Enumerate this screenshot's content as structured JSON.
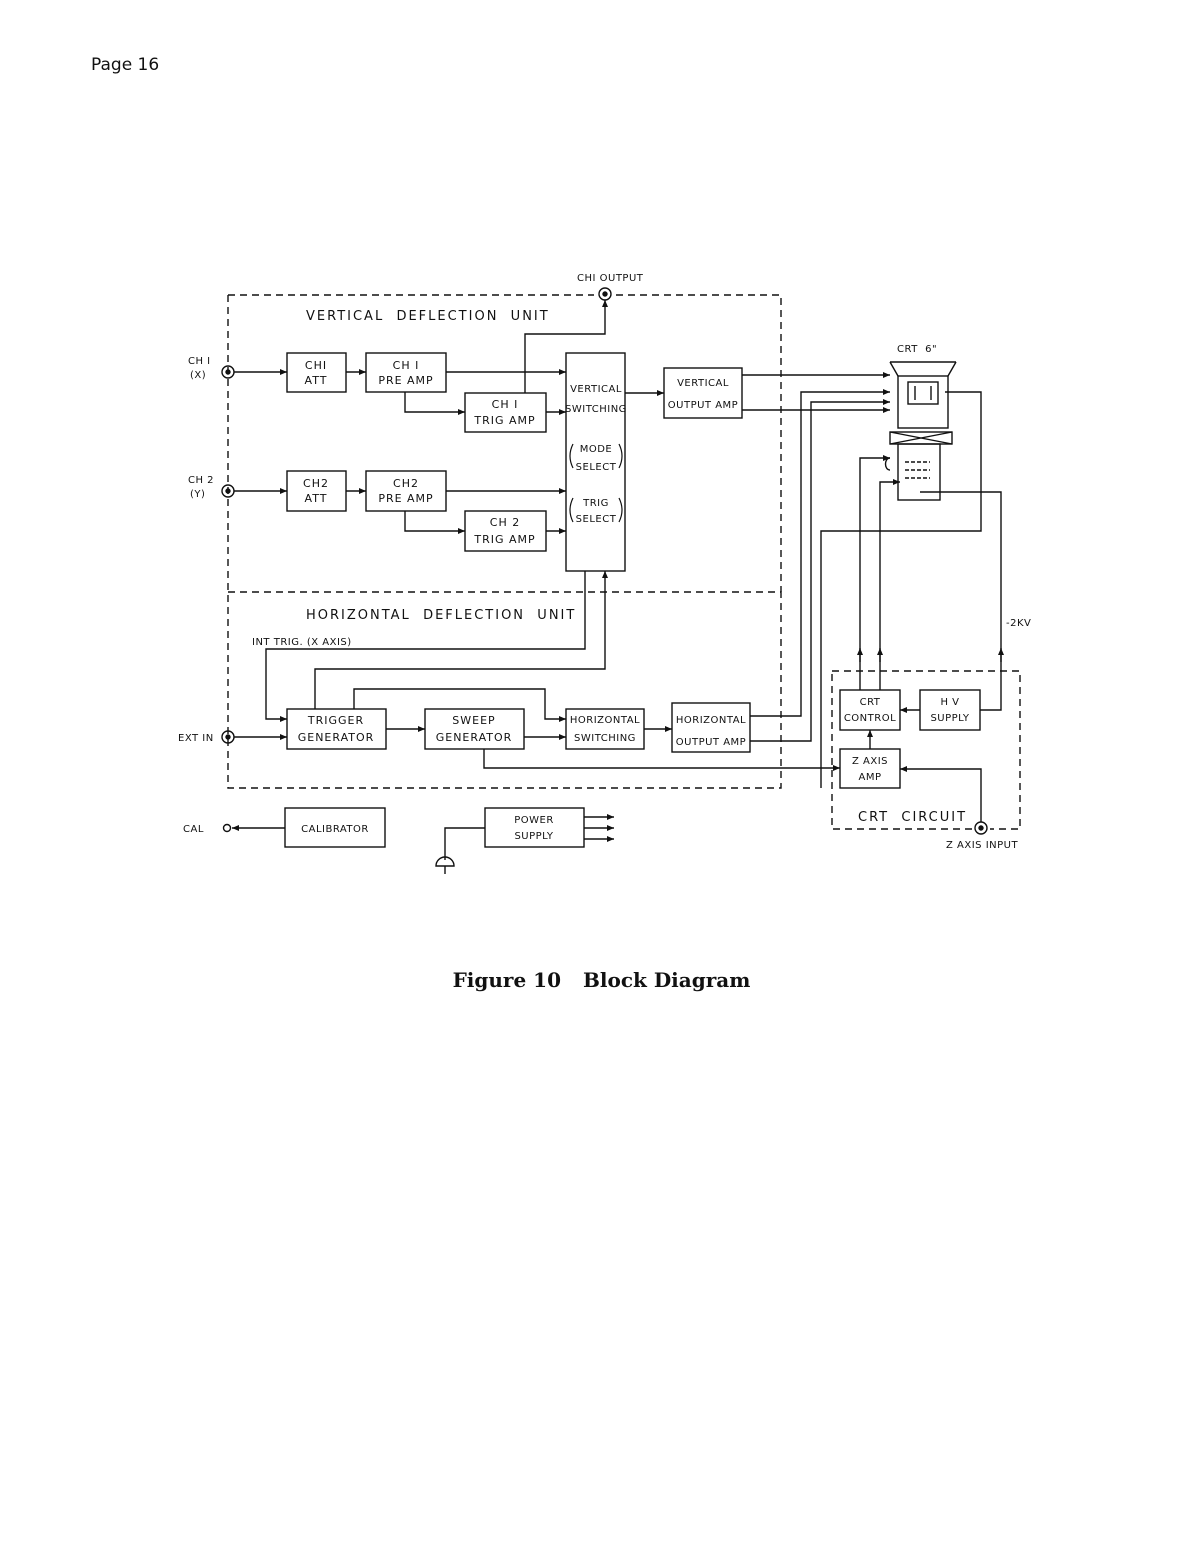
{
  "page": {
    "label": "Page 16"
  },
  "figure": {
    "number": "Figure 10",
    "title": "Block Diagram"
  },
  "units": {
    "vertical": "VERTICAL  DEFLECTION  UNIT",
    "horizontal": "HORIZONTAL  DEFLECTION  UNIT",
    "crt_circuit": "CRT  CIRCUIT"
  },
  "inputs": {
    "ch1": [
      "CH I",
      "(X)"
    ],
    "ch2": [
      "CH 2",
      "(Y)"
    ],
    "ext_in": "EXT IN",
    "cal": "CAL",
    "z_axis_input": "Z AXIS INPUT",
    "ch1_output": "CHI OUTPUT"
  },
  "blocks": {
    "ch1_att": [
      "CHI",
      "ATT"
    ],
    "ch1_pre_amp": [
      "CH I",
      "PRE AMP"
    ],
    "ch1_trig_amp": [
      "CH I",
      "TRIG AMP"
    ],
    "ch2_att": [
      "CH2",
      "ATT"
    ],
    "ch2_pre_amp": [
      "CH2",
      "PRE AMP"
    ],
    "ch2_trig_amp": [
      "CH 2",
      "TRIG AMP"
    ],
    "vertical_switching": [
      "VERTICAL",
      "SWITCHING",
      "MODE",
      "SELECT",
      "TRIG",
      "SELECT"
    ],
    "vertical_output_amp": [
      "VERTICAL",
      "OUTPUT AMP"
    ],
    "trigger_generator": [
      "TRIGGER",
      "GENERATOR"
    ],
    "sweep_generator": [
      "SWEEP",
      "GENERATOR"
    ],
    "horizontal_switching": [
      "HORIZONTAL",
      "SWITCHING"
    ],
    "horizontal_output_amp": [
      "HORIZONTAL",
      "OUTPUT AMP"
    ],
    "calibrator": "CALIBRATOR",
    "power_supply": [
      "POWER",
      "SUPPLY"
    ],
    "crt_control": [
      "CRT",
      "CONTROL"
    ],
    "hv_supply": [
      "H V",
      "SUPPLY"
    ],
    "z_axis_amp": [
      "Z AXIS",
      "AMP"
    ]
  },
  "annotations": {
    "int_trig": "INT TRIG. (X AXIS)",
    "crt": "CRT  6\"",
    "hv": "-2KV"
  }
}
